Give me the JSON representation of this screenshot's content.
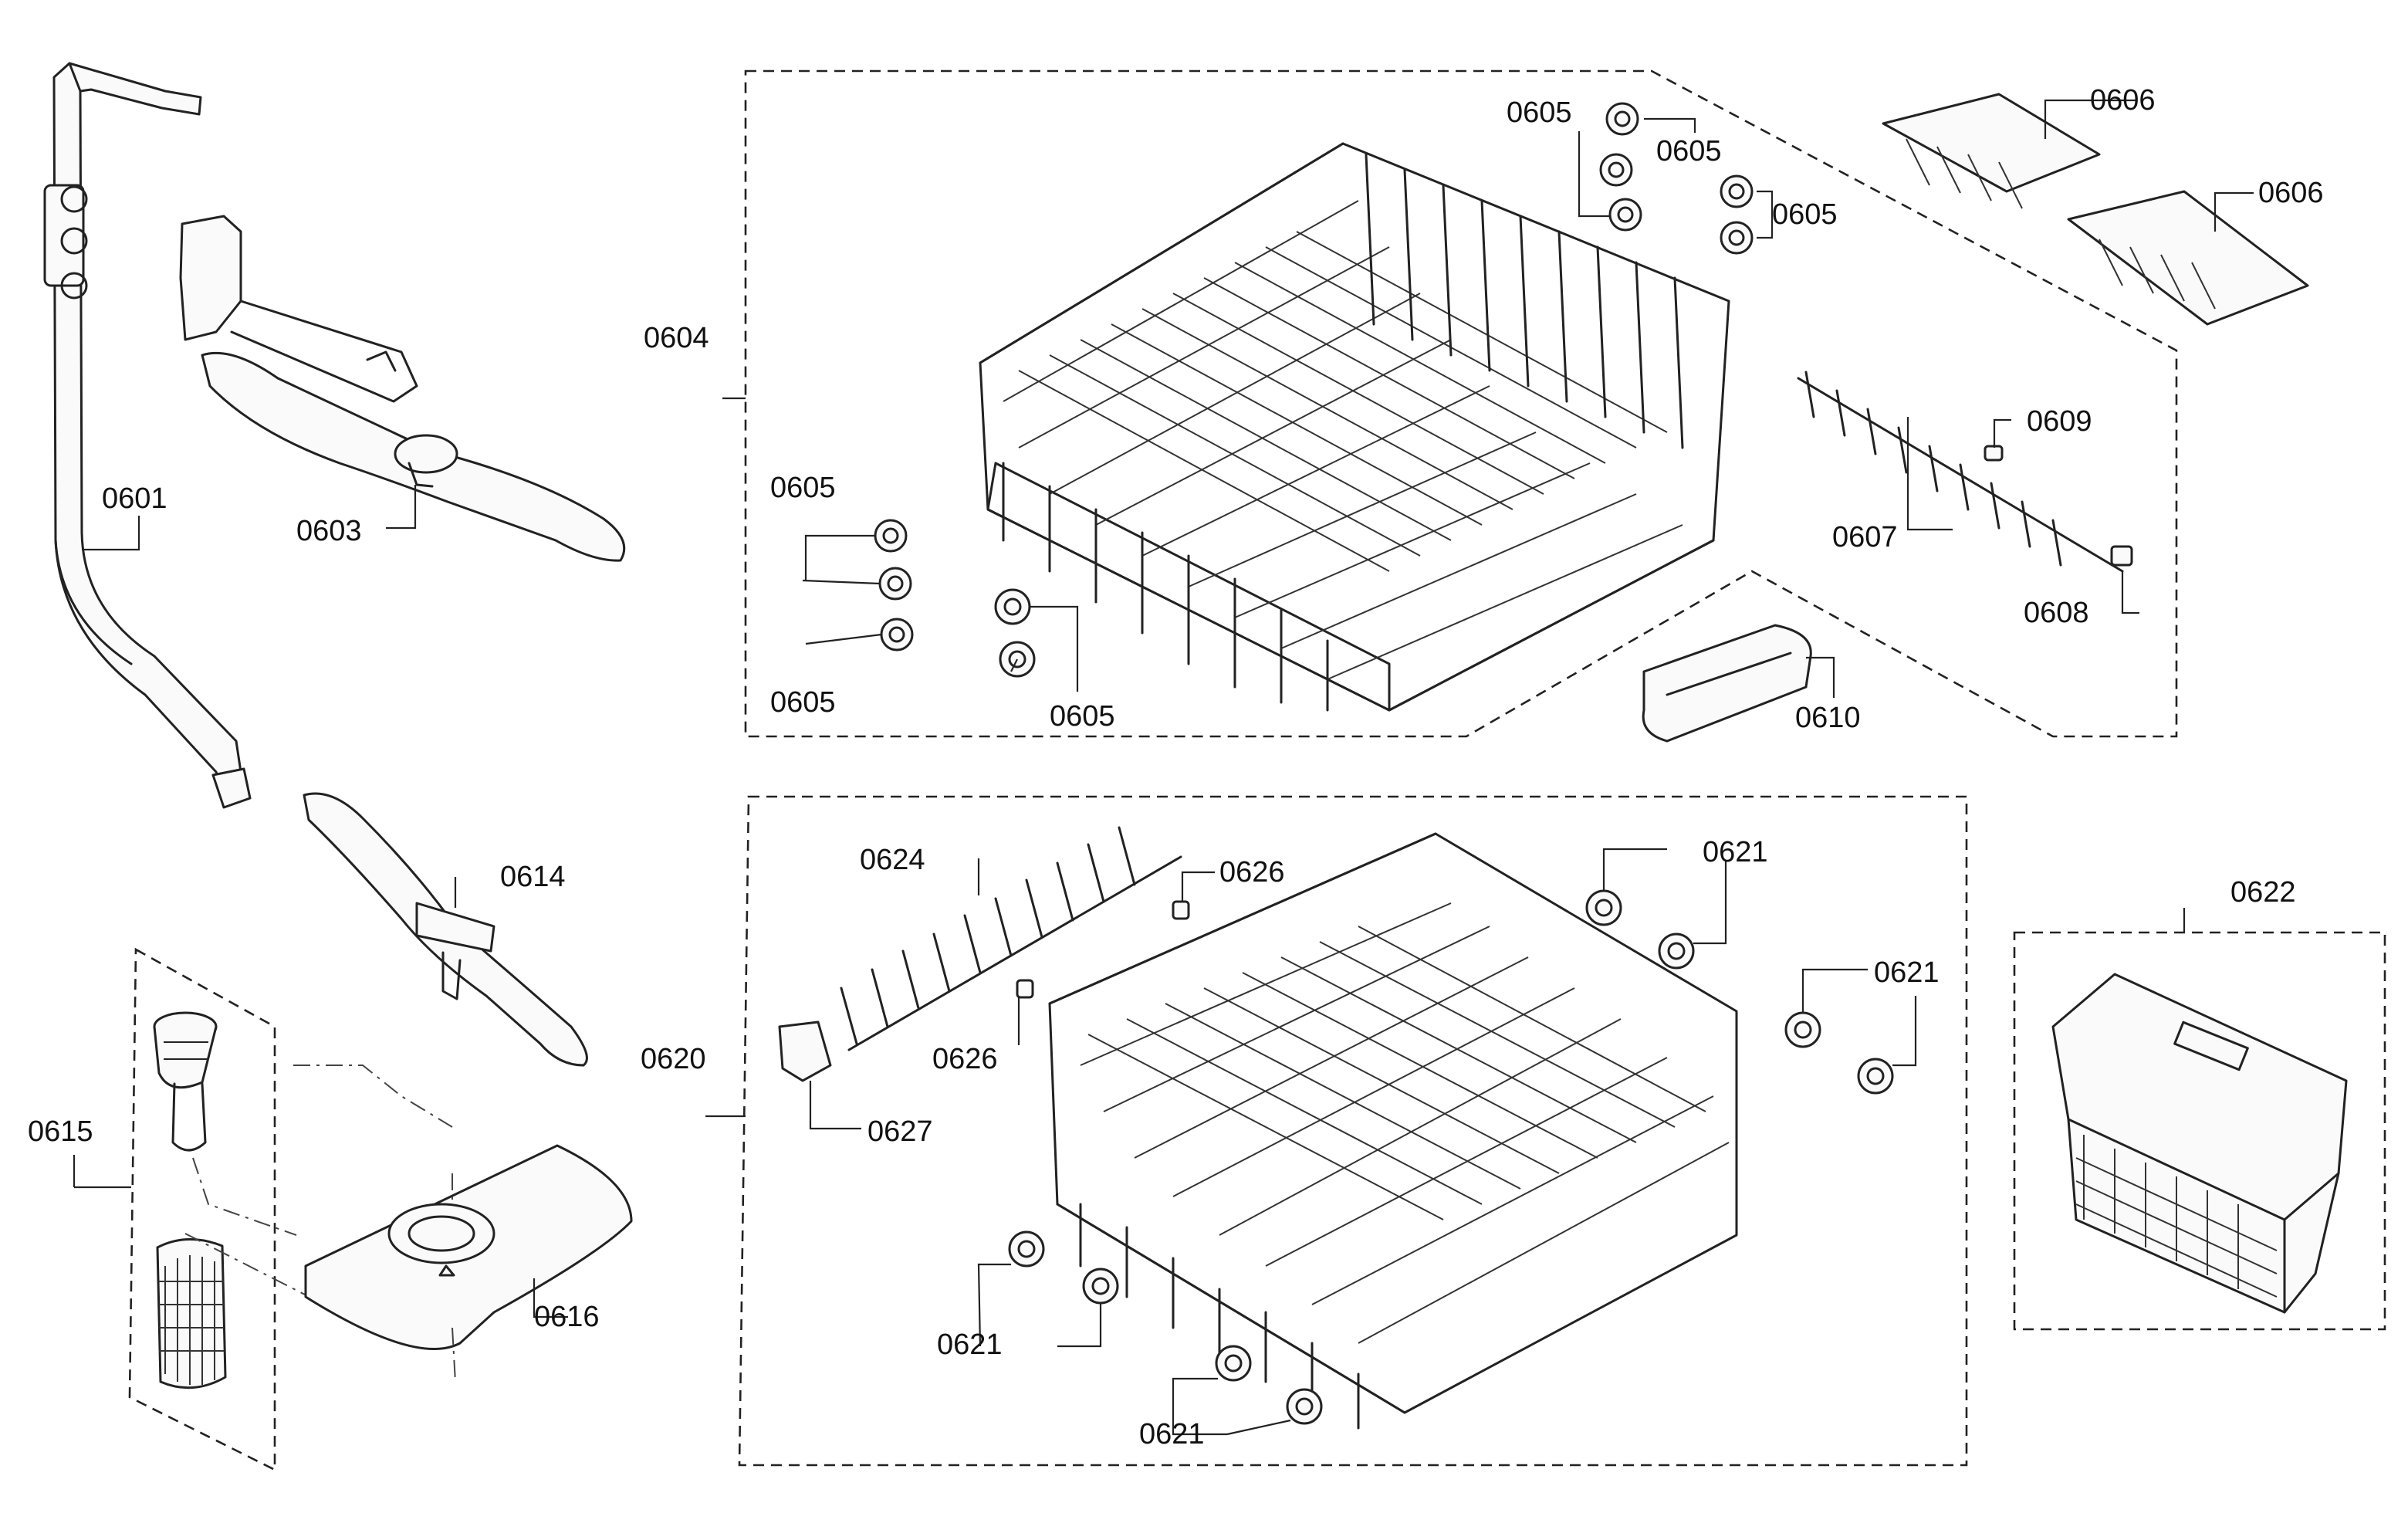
{
  "diagram": {
    "labels": {
      "l0601": "0601",
      "l0603": "0603",
      "l0604": "0604",
      "l0605_a": "0605",
      "l0605_b": "0605",
      "l0605_c": "0605",
      "l0605_d": "0605",
      "l0605_e": "0605",
      "l0605_f": "0605",
      "l0606_a": "0606",
      "l0606_b": "0606",
      "l0607": "0607",
      "l0608": "0608",
      "l0609": "0609",
      "l0610": "0610",
      "l0614": "0614",
      "l0615": "0615",
      "l0616": "0616",
      "l0620": "0620",
      "l0621_a": "0621",
      "l0621_b": "0621",
      "l0621_c": "0621",
      "l0621_d": "0621",
      "l0622": "0622",
      "l0624": "0624",
      "l0626_a": "0626",
      "l0626_b": "0626",
      "l0627": "0627"
    }
  }
}
